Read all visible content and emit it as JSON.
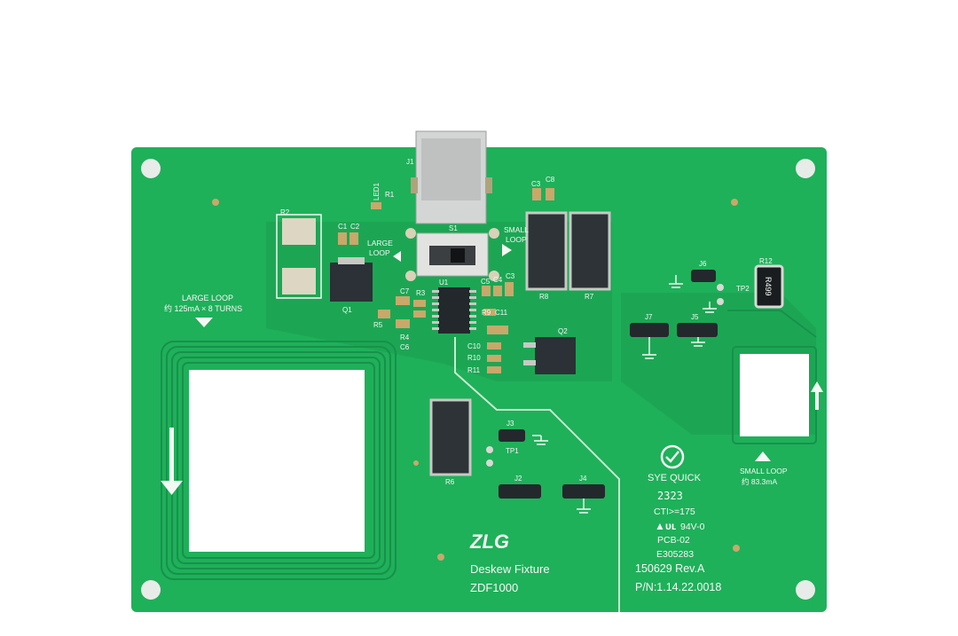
{
  "board": {
    "brand_logo_text": "ZLG",
    "product_name": "Deskew Fixture",
    "model": "ZDF1000",
    "revision": "150629 Rev.A",
    "part_number": "P/N:1.14.22.0018",
    "cert_logo_text": "SYE QUICK",
    "date_code": "2323",
    "cti": "CTI>=175",
    "flame_rating": "94V-0",
    "pcb_code": "PCB-02",
    "ul_file": "E305283",
    "large_loop_label": "LARGE LOOP",
    "large_loop_spec": "约 125mA × 8 TURNS",
    "small_loop_label": "SMALL LOOP",
    "small_loop_spec": "约 83.3mA",
    "switch_left_label_1": "LARGE",
    "switch_left_label_2": "LOOP",
    "switch_right_label_1": "SMALL",
    "switch_right_label_2": "LOOP"
  },
  "designators": {
    "J1": "J1",
    "LED1": "LED1",
    "R1": "R1",
    "R2": "R2",
    "C1": "C1",
    "C2": "C2",
    "S1": "S1",
    "C3a": "C3",
    "C8": "C8",
    "C5": "C5",
    "C4": "C4",
    "C3b": "C3",
    "C7": "C7",
    "R3": "R3",
    "U1": "U1",
    "R9": "R9",
    "C11": "C11",
    "Q1": "Q1",
    "R5": "R5",
    "R4": "R4",
    "C6": "C6",
    "C10": "C10",
    "R10": "R10",
    "R11": "R11",
    "Q2": "Q2",
    "R8": "R8",
    "R7": "R7",
    "J6": "J6",
    "TP2": "TP2",
    "R12": "R12",
    "J7": "J7",
    "J5": "J5",
    "J3": "J3",
    "TP1": "TP1",
    "R6": "R6",
    "J2": "J2",
    "J4": "J4",
    "R12_value": "R499"
  },
  "colors": {
    "pcb": "#1fb05a",
    "pcb_dark": "#1a9a4e",
    "silk": "#f4f8f4",
    "ic": "#2b3136",
    "pad": "#c8c9c4"
  }
}
